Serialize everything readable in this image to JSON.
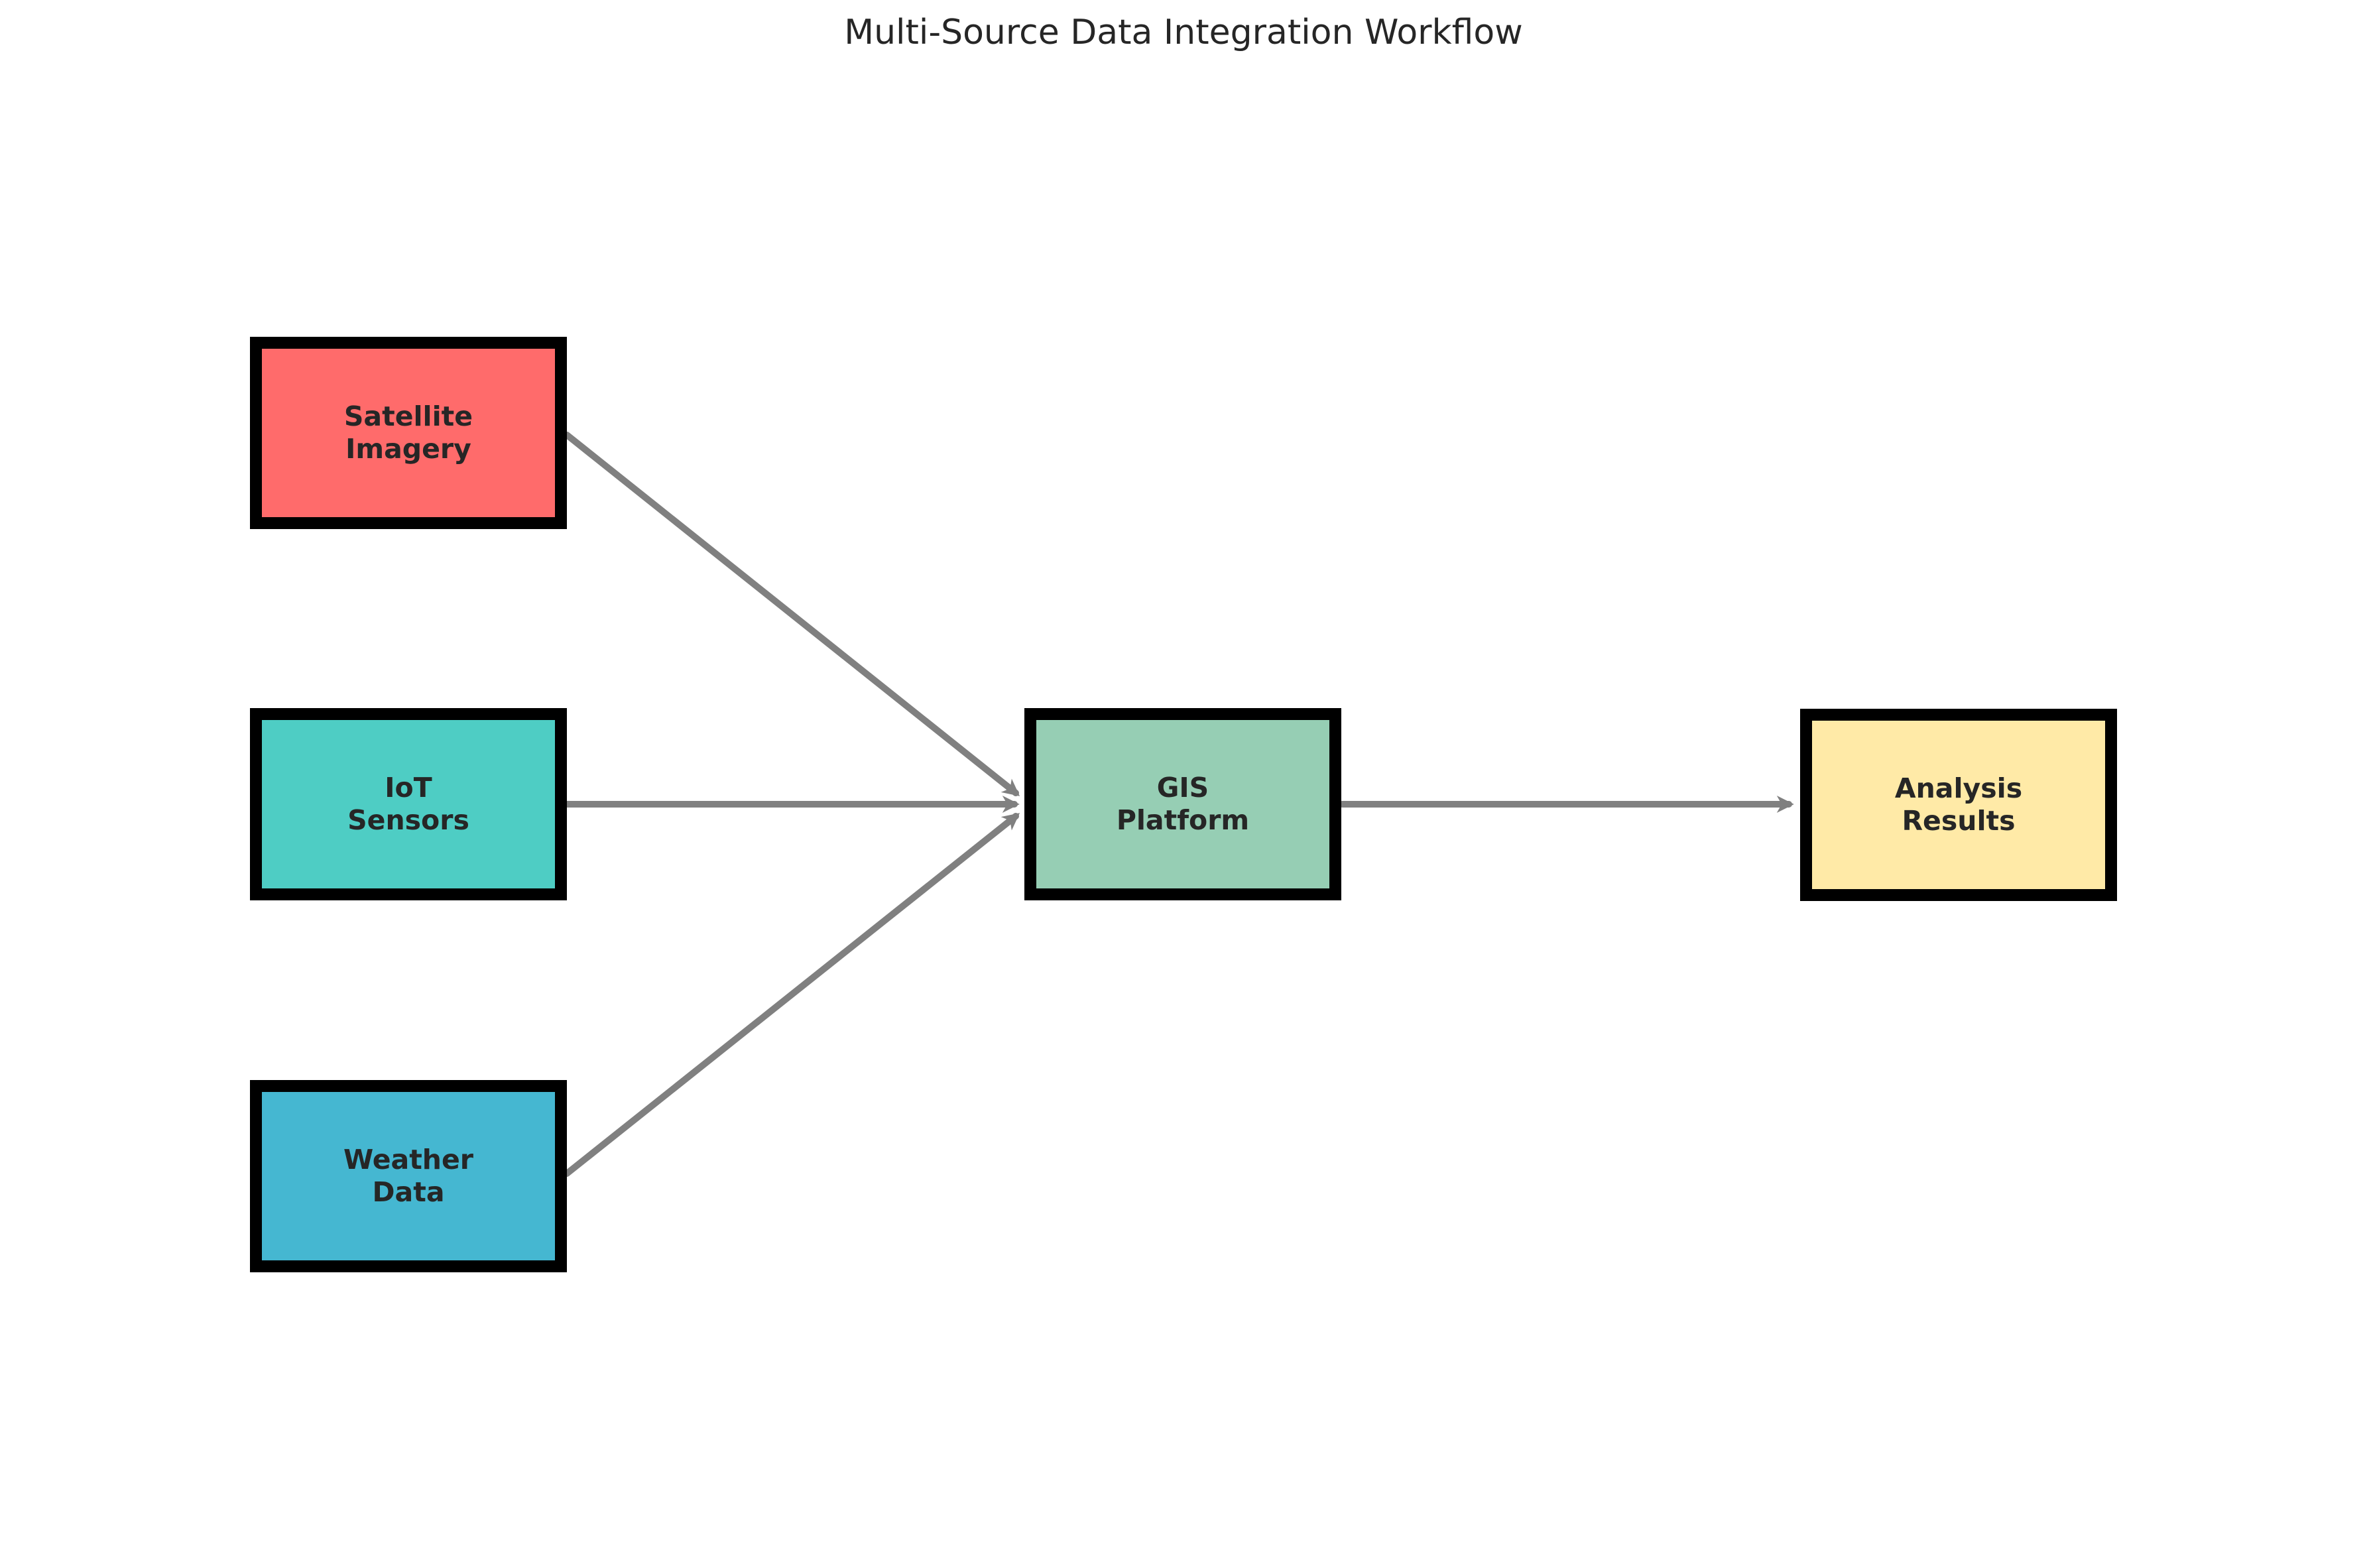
{
  "title": "Multi-Source Data Integration Workflow",
  "nodes": [
    {
      "id": "satellite-imagery",
      "label": "Satellite\nImagery",
      "color": "#FF6B6B"
    },
    {
      "id": "iot-sensors",
      "label": "IoT\nSensors",
      "color": "#4ECDC4"
    },
    {
      "id": "weather-data",
      "label": "Weather\nData",
      "color": "#45B7D1"
    },
    {
      "id": "gis-platform",
      "label": "GIS\nPlatform",
      "color": "#96CEB4"
    },
    {
      "id": "analysis-results",
      "label": "Analysis\nResults",
      "color": "#FFEAA7"
    }
  ],
  "edges": [
    {
      "from": "Satellite Imagery",
      "to": "GIS Platform"
    },
    {
      "from": "IoT Sensors",
      "to": "GIS Platform"
    },
    {
      "from": "Weather Data",
      "to": "GIS Platform"
    },
    {
      "from": "GIS Platform",
      "to": "Analysis Results"
    }
  ],
  "colors": {
    "arrow": "#808080",
    "node_border": "#000000",
    "text": "#262626",
    "background": "#FFFFFF"
  }
}
